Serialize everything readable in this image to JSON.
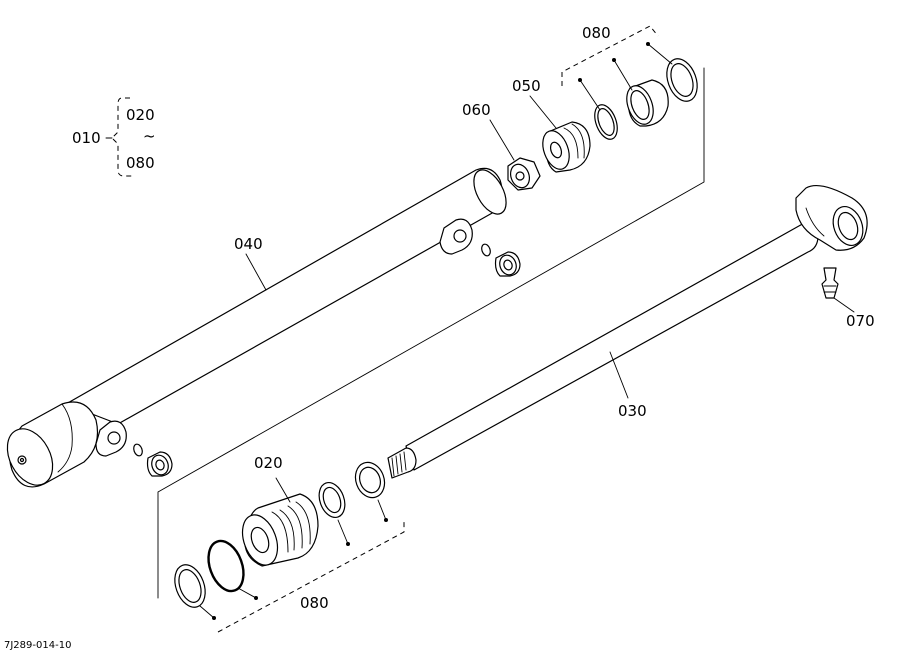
{
  "labels": {
    "assembly": "010",
    "range_start": "020",
    "range_tilde": "~",
    "range_end": "080",
    "tube": "040",
    "piston": "050",
    "nut": "060",
    "seal_kit_top": "080",
    "rod": "030",
    "grease_nipple": "070",
    "gland": "020",
    "seal_kit_bottom": "080",
    "drawing_code": "7J289-014-10"
  }
}
